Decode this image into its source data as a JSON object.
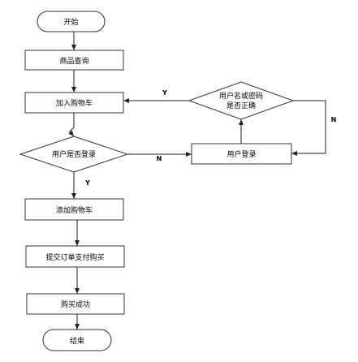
{
  "nodes": {
    "start": "开始",
    "product_query": "商品查询",
    "add_to_cart_top": "加入购物车",
    "logged_in_check": "用户是否登录",
    "user_login": "用户登录",
    "credentials_check_line1": "用户名或密码",
    "credentials_check_line2": "是否正确",
    "add_to_cart": "添加购物车",
    "submit_order_pay": "提交订单支付购买",
    "purchase_success": "购买成功",
    "end": "结束"
  },
  "edge_labels": {
    "credentials_yes": "Y",
    "credentials_no": "N",
    "logged_in_yes": "Y",
    "logged_in_no": "N"
  }
}
